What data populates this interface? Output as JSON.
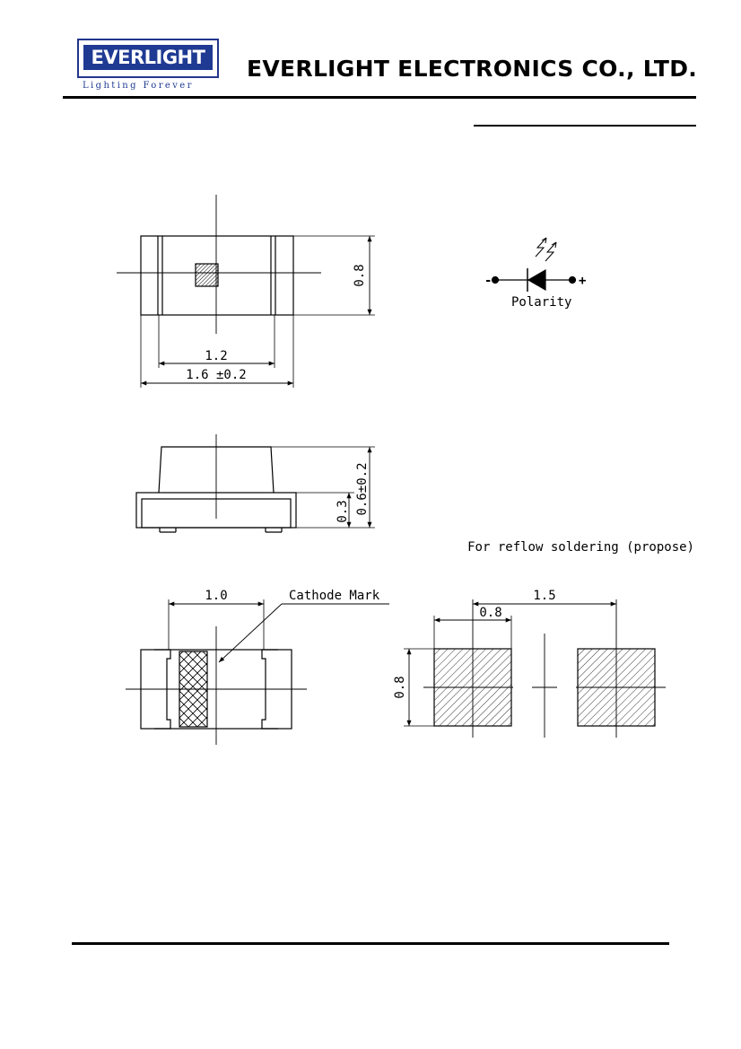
{
  "header": {
    "logo_text": "EVERLIGHT",
    "logo_tagline": "Lighting Forever",
    "company_name": "EVERLIGHT ELECTRONICS CO., LTD."
  },
  "drawing": {
    "top_view": {
      "dim_inner_width": "1.2",
      "dim_outer_width": "1.6 ±0.2",
      "dim_height": "0.8"
    },
    "polarity": {
      "minus": "-",
      "plus": "+",
      "label": "Polarity"
    },
    "side_view": {
      "dim_base": "0.3",
      "dim_total": "0.6±0.2"
    },
    "reflow_note": "For reflow soldering (propose)",
    "bottom_view": {
      "dim_width": "1.0",
      "cathode_label": "Cathode Mark"
    },
    "pad_layout": {
      "dim_pitch": "1.5",
      "dim_pad_width": "0.8",
      "dim_pad_height": "0.8"
    }
  }
}
